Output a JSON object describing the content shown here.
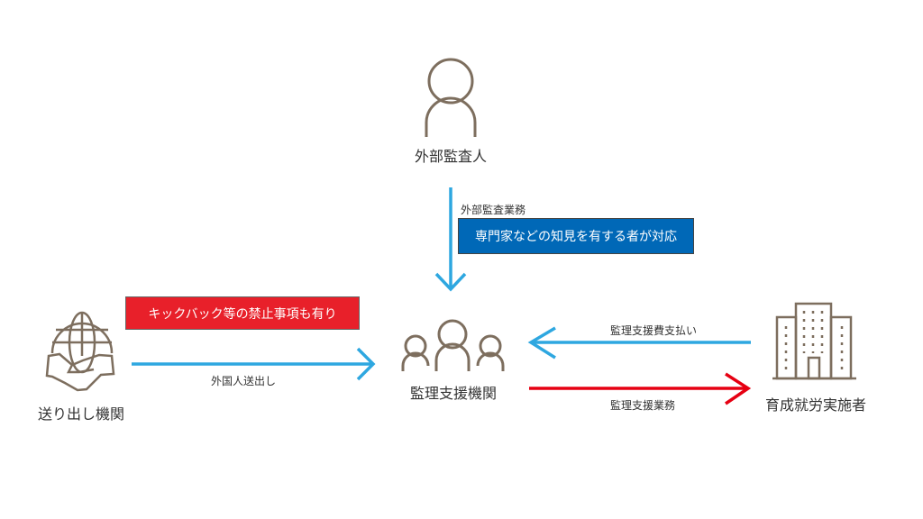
{
  "colors": {
    "icon": "#7d6e5e",
    "blue_arrow": "#2ea7e0",
    "red_arrow": "#e60012",
    "blue_box": "#0068b7",
    "red_box": "#e8202a"
  },
  "nodes": {
    "auditor": {
      "label": "外部監査人",
      "icon": "person-icon"
    },
    "sending": {
      "label": "送り出し機関",
      "icon": "globe-handshake-icon"
    },
    "supervisor": {
      "label": "監理支援機関",
      "icon": "group-icon"
    },
    "employer": {
      "label": "育成就労実施者",
      "icon": "building-icon"
    }
  },
  "edges": {
    "audit": {
      "label": "外部監査業務",
      "note": "専門家などの知見を有する者が対応"
    },
    "dispatch": {
      "label": "外国人送出し",
      "note": "キックバック等の禁止事項も有り"
    },
    "fee": {
      "label": "監理支援費支払い"
    },
    "service": {
      "label": "監理支援業務"
    }
  }
}
